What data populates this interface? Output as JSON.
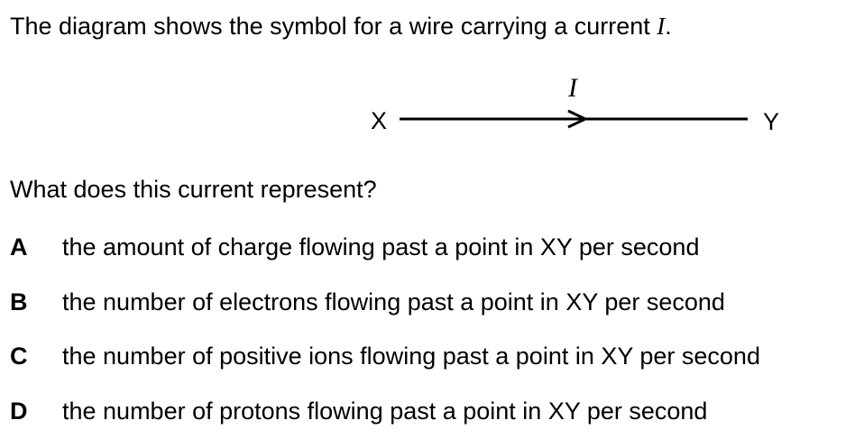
{
  "question": {
    "stem_text": "The diagram shows the symbol for a wire carrying a current ",
    "stem_variable": "I",
    "stem_end": ".",
    "prompt": "What does this current represent?"
  },
  "diagram": {
    "left_label": "X",
    "right_label": "Y",
    "current_label": "I",
    "line_color": "#000000"
  },
  "options": [
    {
      "letter": "A",
      "text": "the amount of charge flowing past a point in XY per second"
    },
    {
      "letter": "B",
      "text": "the number of electrons flowing past a point in XY per second"
    },
    {
      "letter": "C",
      "text": "the number of positive ions flowing past a point in XY per second"
    },
    {
      "letter": "D",
      "text": "the number of protons flowing past a point in XY per second"
    }
  ]
}
